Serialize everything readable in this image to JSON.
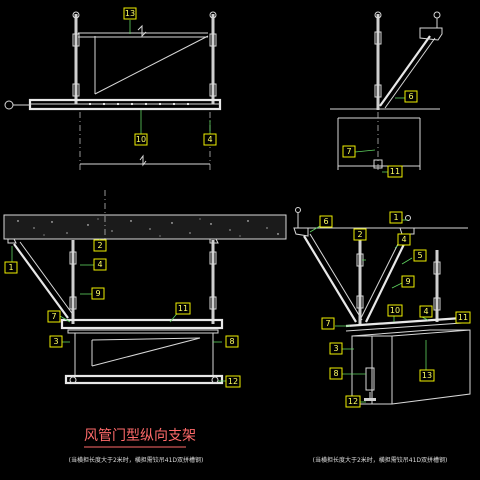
{
  "title": "风管门型纵向支架",
  "notes": {
    "left": "(当横担长度大于2米时，横担需铰吊41D双拼槽钢)",
    "right": "(当横担长度大于2米时，横担需铰吊41D双拼槽钢)"
  },
  "tags": {
    "tl_13": "13",
    "tl_10": "10",
    "tl_4": "4",
    "tr_6": "6",
    "tr_7": "7",
    "tr_11": "11",
    "bl_2": "2",
    "bl_4": "4",
    "bl_1": "1",
    "bl_9": "9",
    "bl_7": "7",
    "bl_11": "11",
    "bl_3": "3",
    "bl_8": "8",
    "bl_12": "12",
    "br_6": "6",
    "br_2": "2",
    "br_1": "1",
    "br_4": "4",
    "br_5": "5",
    "br_9": "9",
    "br_7": "7",
    "br_10": "10",
    "br_4b": "4",
    "br_11": "11",
    "br_3": "3",
    "br_8": "8",
    "br_13": "13",
    "br_12": "12"
  },
  "colors": {
    "background": "#000000",
    "linework": "#d8d8d8",
    "leader": "#5fd35f",
    "tag_border": "#f0f000",
    "tag_text": "#ffff66",
    "title": "#ff6a6a"
  }
}
